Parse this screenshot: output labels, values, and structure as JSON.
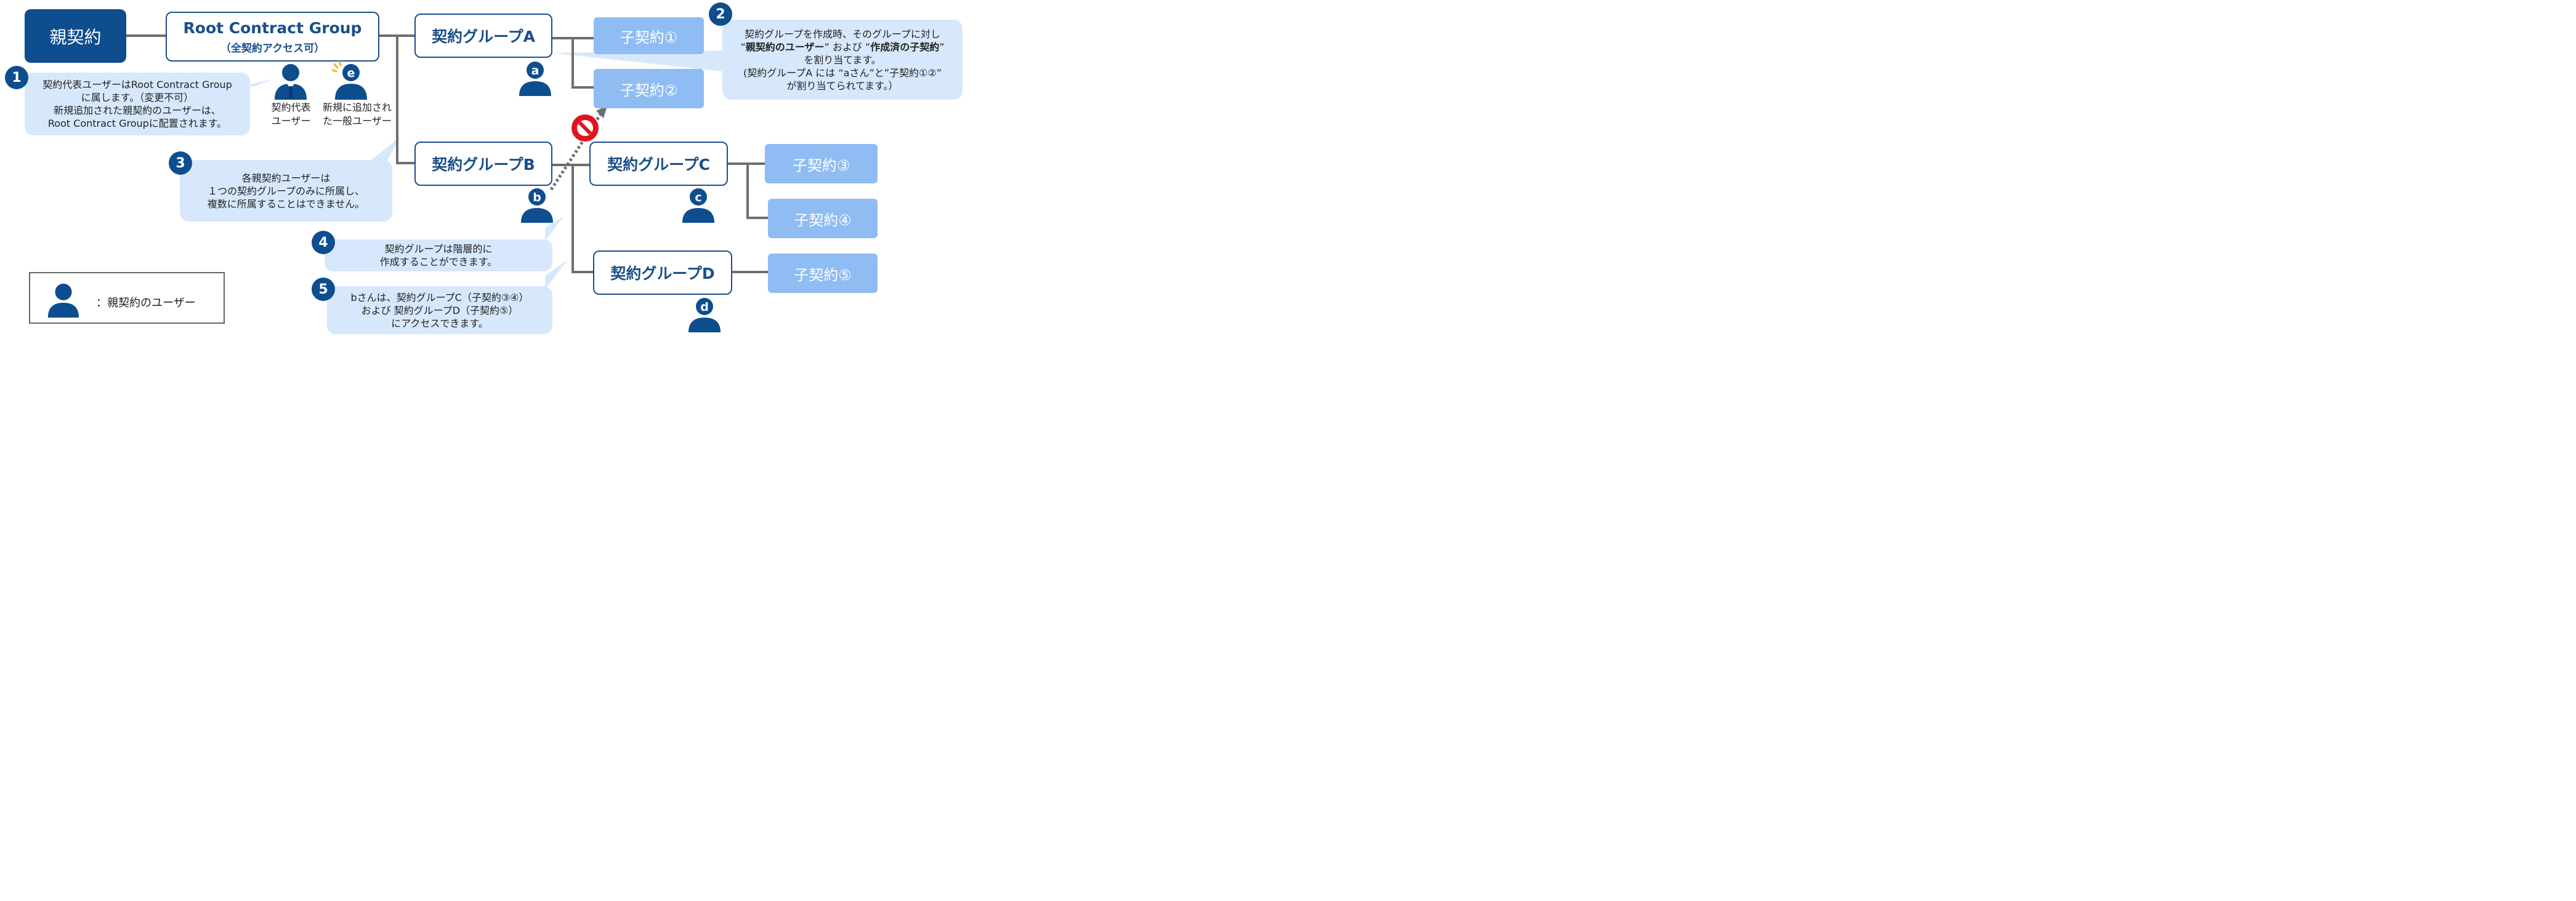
{
  "colors": {
    "primary": "#0e4d8e",
    "child": "#8fbcf2",
    "bubble": "#d7e8fc",
    "line": "#6e6e6e",
    "blocked": "#e0141e",
    "badge_e": "#f5b800"
  },
  "nodes": {
    "parent": "親契約",
    "root_title": "Root Contract Group",
    "root_sub": "（全契約アクセス可）",
    "group_a": "契約グループA",
    "group_b": "契約グループB",
    "group_c": "契約グループC",
    "group_d": "契約グループD",
    "child_1": "子契約①",
    "child_2": "子契約②",
    "child_3": "子契約③",
    "child_4": "子契約④",
    "child_5": "子契約⑤"
  },
  "users": {
    "rep_label_1": "契約代表",
    "rep_label_2": "ユーザー",
    "new_label_1": "新規に追加され",
    "new_label_2": "た一般ユーザー",
    "badge_a": "a",
    "badge_b": "b",
    "badge_c": "c",
    "badge_d": "d",
    "badge_e": "e"
  },
  "notes": {
    "n1": {
      "num": "1",
      "lines": [
        "契約代表ユーザーはRoot Contract Group",
        "に属します。（変更不可）",
        "新規追加された親契約のユーザーは、",
        "Root Contract Groupに配置されます。"
      ]
    },
    "n2": {
      "num": "2",
      "line1": "契約グループを作成時、そのグループに対し",
      "line2_q1": "”",
      "line2_b1": "親契約のユーザー",
      "line2_mid": "” および ”",
      "line2_b2": "作成済の子契約",
      "line2_q2": "”",
      "line3": "を割り当てます。",
      "line4": "(契約グループA には “aさん”と”子契約①②”",
      "line5": "が割り当てられてます。）"
    },
    "n3": {
      "num": "3",
      "lines": [
        "各親契約ユーザーは",
        "１つの契約グループのみに所属し、",
        "複数に所属することはできません。"
      ]
    },
    "n4": {
      "num": "4",
      "lines": [
        "契約グループは階層的に",
        "作成することができます。"
      ]
    },
    "n5": {
      "num": "5",
      "lines": [
        "bさんは、契約グループC（子契約③④）",
        "および 契約グループD（子契約⑤）",
        "にアクセスできます。"
      ]
    }
  },
  "legend": {
    "text": "：親契約のユーザー"
  }
}
